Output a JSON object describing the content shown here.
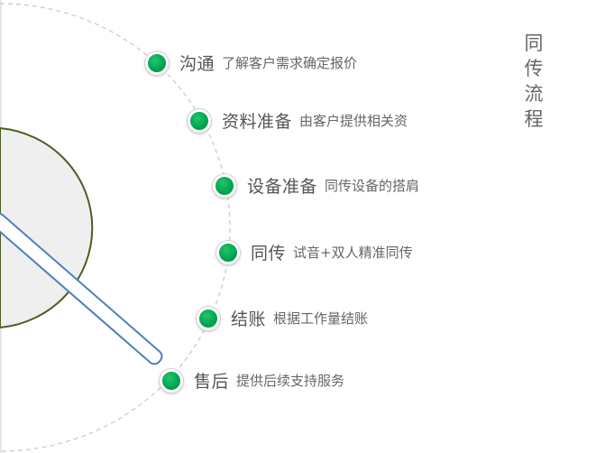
{
  "side_title": "同传流程",
  "steps": [
    {
      "title": "沟通",
      "desc": "了解客户需求确定报价"
    },
    {
      "title": "资料准备",
      "desc": "由客户提供相关资"
    },
    {
      "title": "设备准备",
      "desc": "同传设备的搭肩"
    },
    {
      "title": "同传",
      "desc": "试音+双人精准同传"
    },
    {
      "title": "结账",
      "desc": "根据工作量结账"
    },
    {
      "title": "售后",
      "desc": "提供后续支持服务"
    }
  ],
  "colors": {
    "dot_green": "#00a650",
    "hub_fill": "#efefef",
    "hub_border": "#4a5e23",
    "pointer_stroke": "#4f7fbf",
    "arc_dashed": "#c8c8c8"
  }
}
